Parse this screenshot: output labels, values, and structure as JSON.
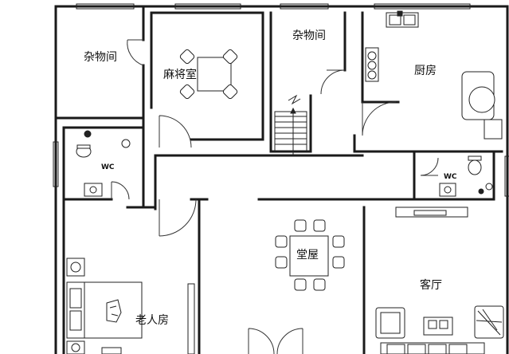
{
  "rooms": {
    "storage_left": "杂物间",
    "mahjong": "麻将室",
    "storage_right": "杂物间",
    "kitchen": "厨房",
    "wc_left": "WC",
    "wc_right": "WC",
    "main_hall": "堂屋",
    "living_room": "客厅",
    "elderly_room": "老人房"
  }
}
